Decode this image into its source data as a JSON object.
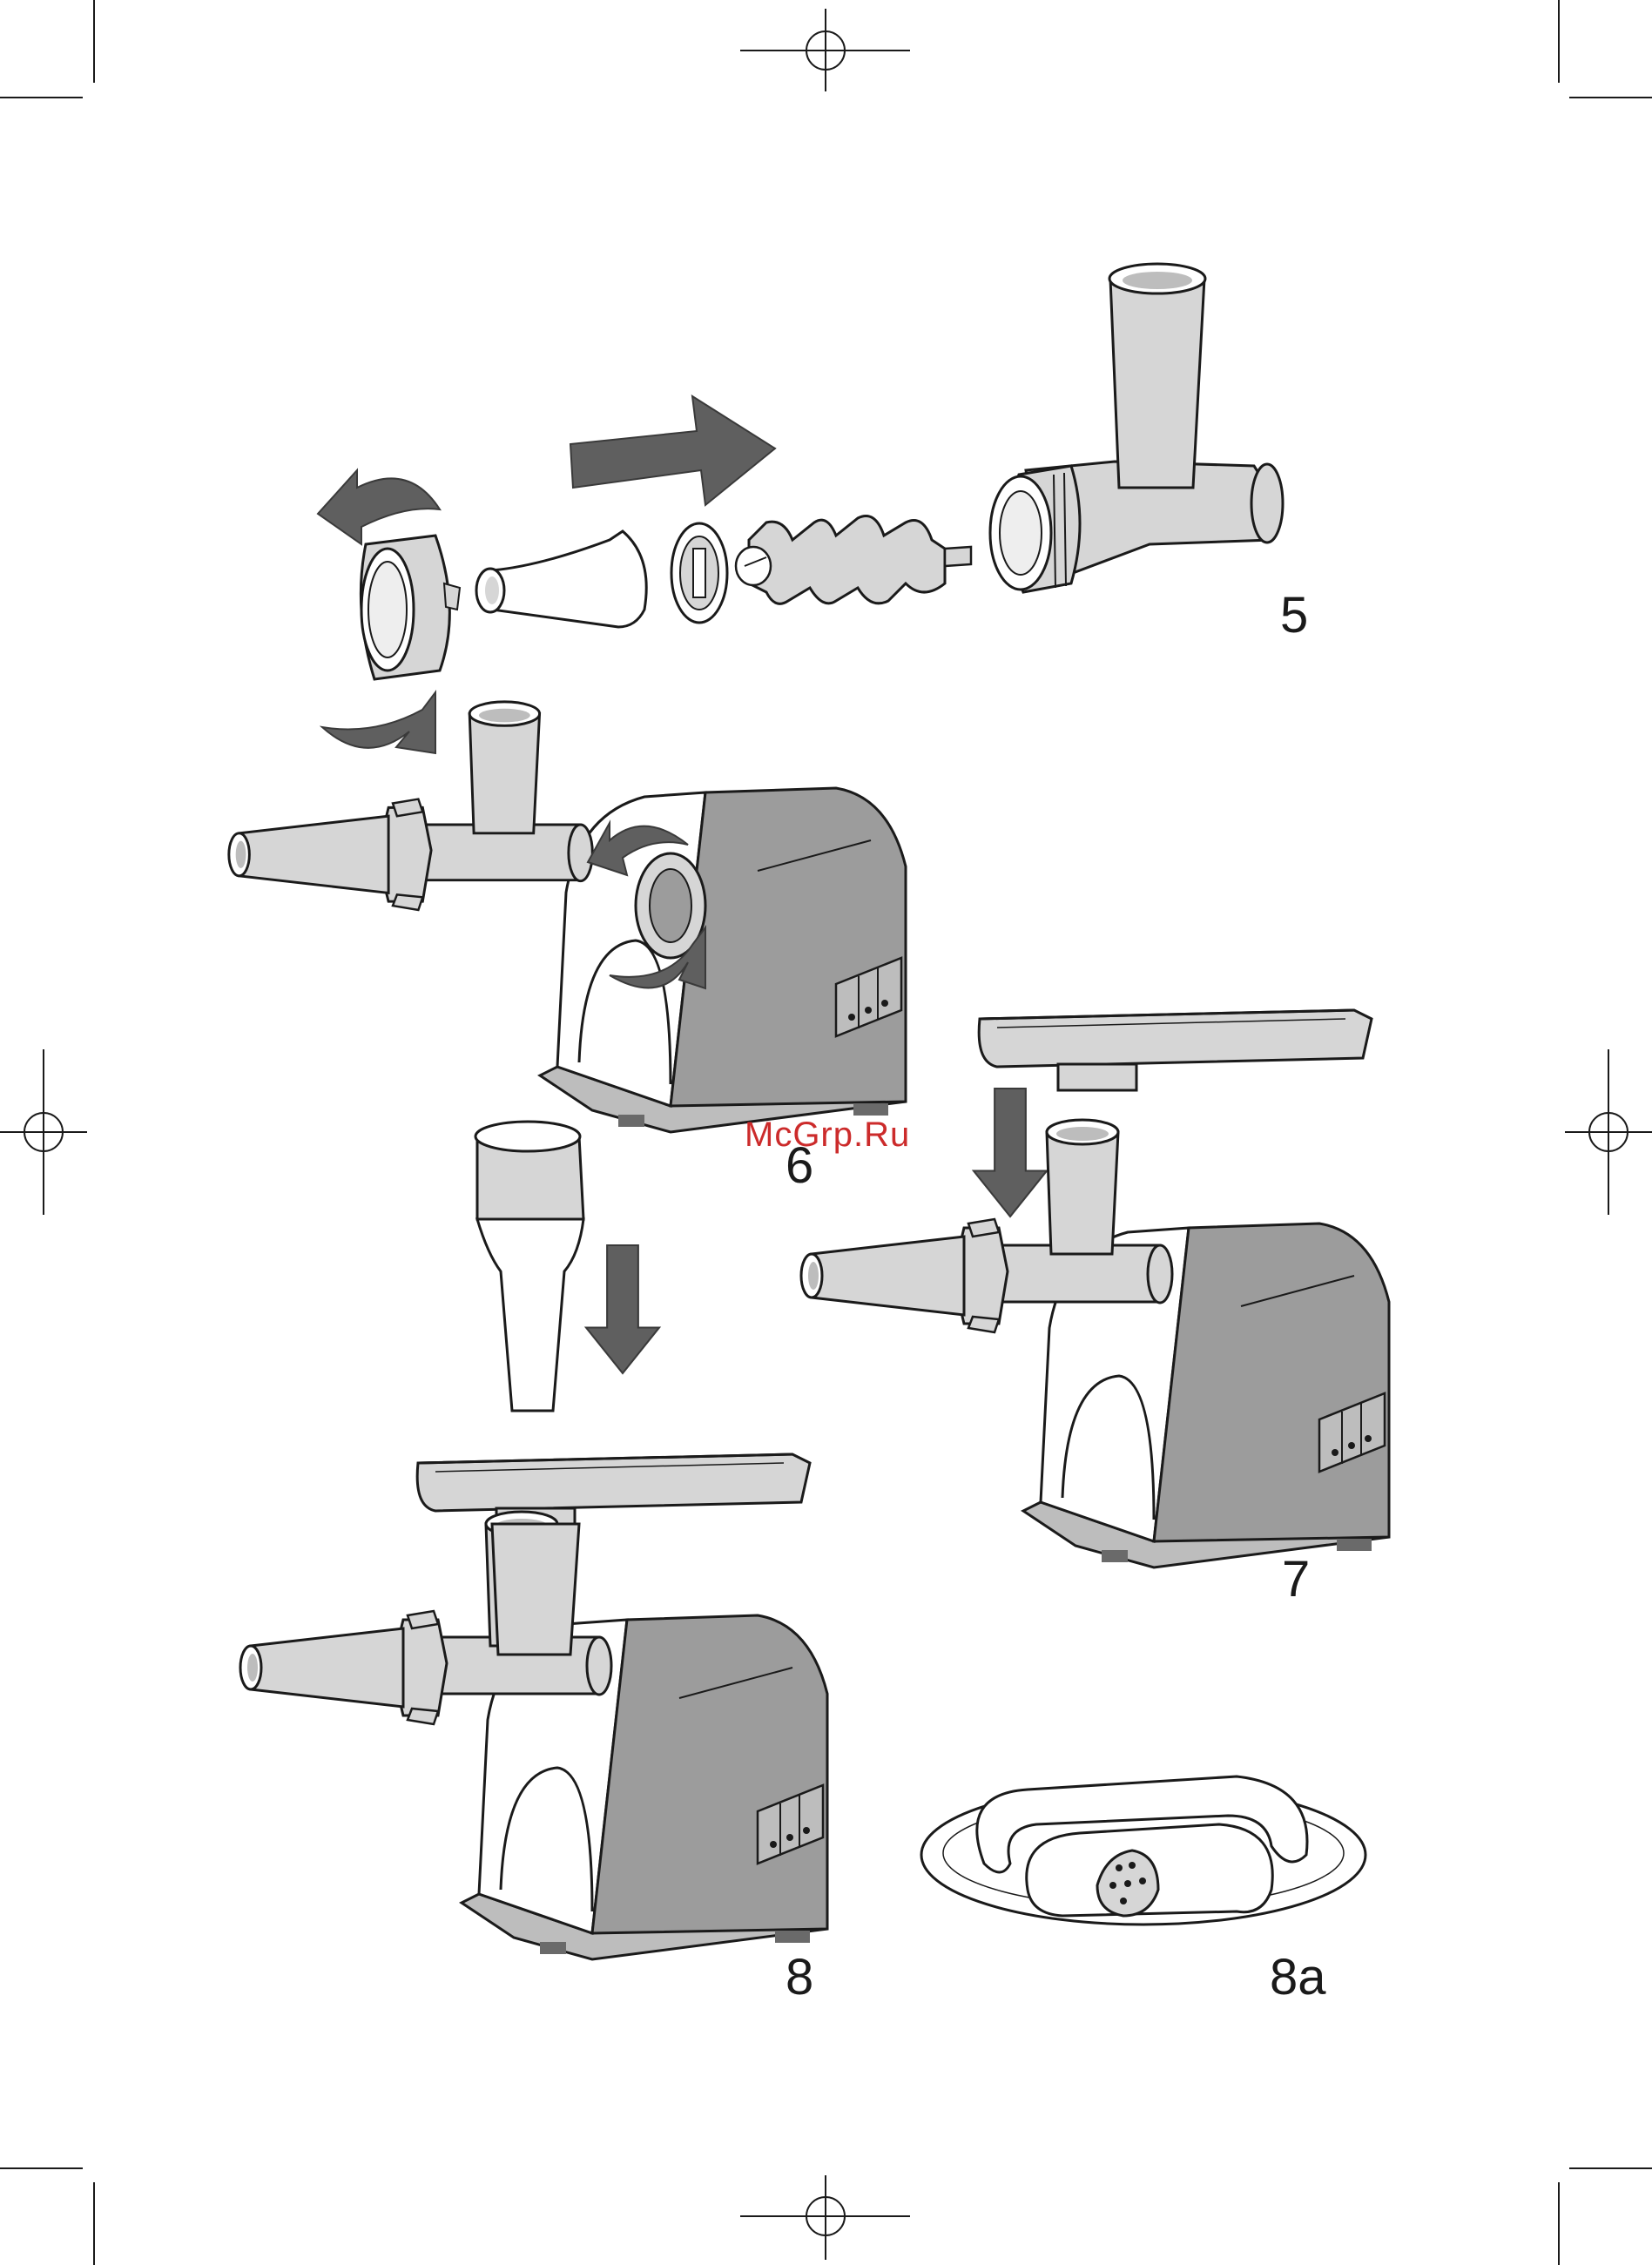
{
  "figures": {
    "step5": {
      "label": "5"
    },
    "step6": {
      "label": "6"
    },
    "step7": {
      "label": "7"
    },
    "step8": {
      "label": "8"
    },
    "step8a": {
      "label": "8a"
    }
  },
  "watermark": {
    "text": "McGrp.Ru"
  },
  "colors": {
    "body_dark": "#9c9c9c",
    "part_light": "#d6d6d6",
    "arrow": "#5f5f5f",
    "outline": "#1a1a1a",
    "watermark": "#cc2b2b"
  }
}
